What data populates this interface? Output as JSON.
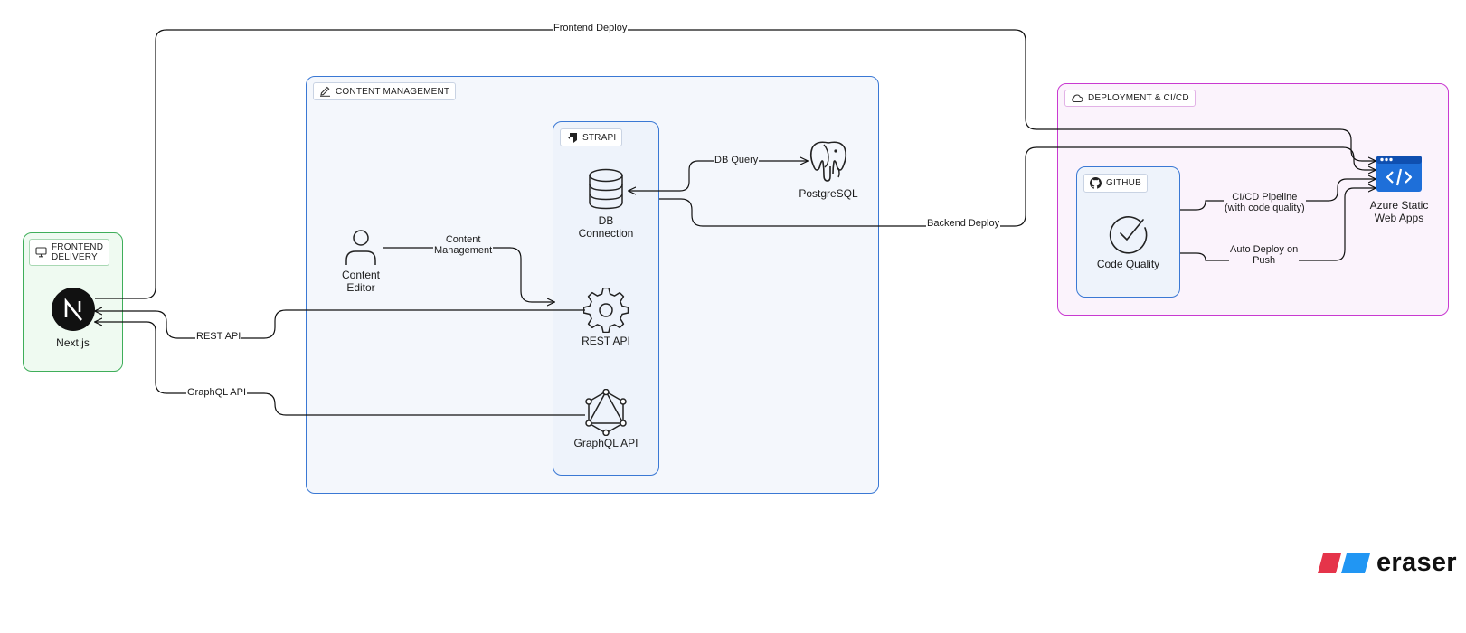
{
  "groups": {
    "frontend": "FRONTEND\nDELIVERY",
    "content": "CONTENT MANAGEMENT",
    "strapi": "STRAPI",
    "deploy": "DEPLOYMENT & CI/CD",
    "github": "GITHUB"
  },
  "nodes": {
    "nextjs": "Next.js",
    "content_editor": "Content\nEditor",
    "db_connection": "DB\nConnection",
    "rest_api": "REST API",
    "graphql_api": "GraphQL API",
    "postgresql": "PostgreSQL",
    "code_quality": "Code Quality",
    "azure": "Azure Static\nWeb Apps"
  },
  "edges": {
    "frontend_deploy": "Frontend Deploy",
    "content_management": "Content\nManagement",
    "db_query": "DB Query",
    "backend_deploy": "Backend Deploy",
    "rest_api": "REST API",
    "graphql_api": "GraphQL API",
    "cicd_pipeline": "CI/CD Pipeline\n(with code quality)",
    "auto_deploy": "Auto Deploy on\nPush"
  },
  "brand": {
    "name": "eraser"
  },
  "colors": {
    "frontend_border": "#3fae5a",
    "content_border": "#3a78d4",
    "deploy_border": "#c93ad1",
    "azure_blue": "#1e6fd9",
    "brand_red": "#e5344a",
    "brand_blue": "#2196f3"
  },
  "icons": {
    "frontend": "monitor-icon",
    "content": "pencil-icon",
    "strapi": "strapi-logo-icon",
    "deploy": "cloud-icon",
    "github": "github-icon",
    "nextjs": "nextjs-logo-icon",
    "content_editor": "user-icon",
    "db_connection": "database-icon",
    "rest_api": "gear-icon",
    "graphql_api": "graphql-logo-icon",
    "postgresql": "postgresql-elephant-icon",
    "code_quality": "check-circle-icon",
    "azure": "azure-static-web-apps-icon"
  }
}
